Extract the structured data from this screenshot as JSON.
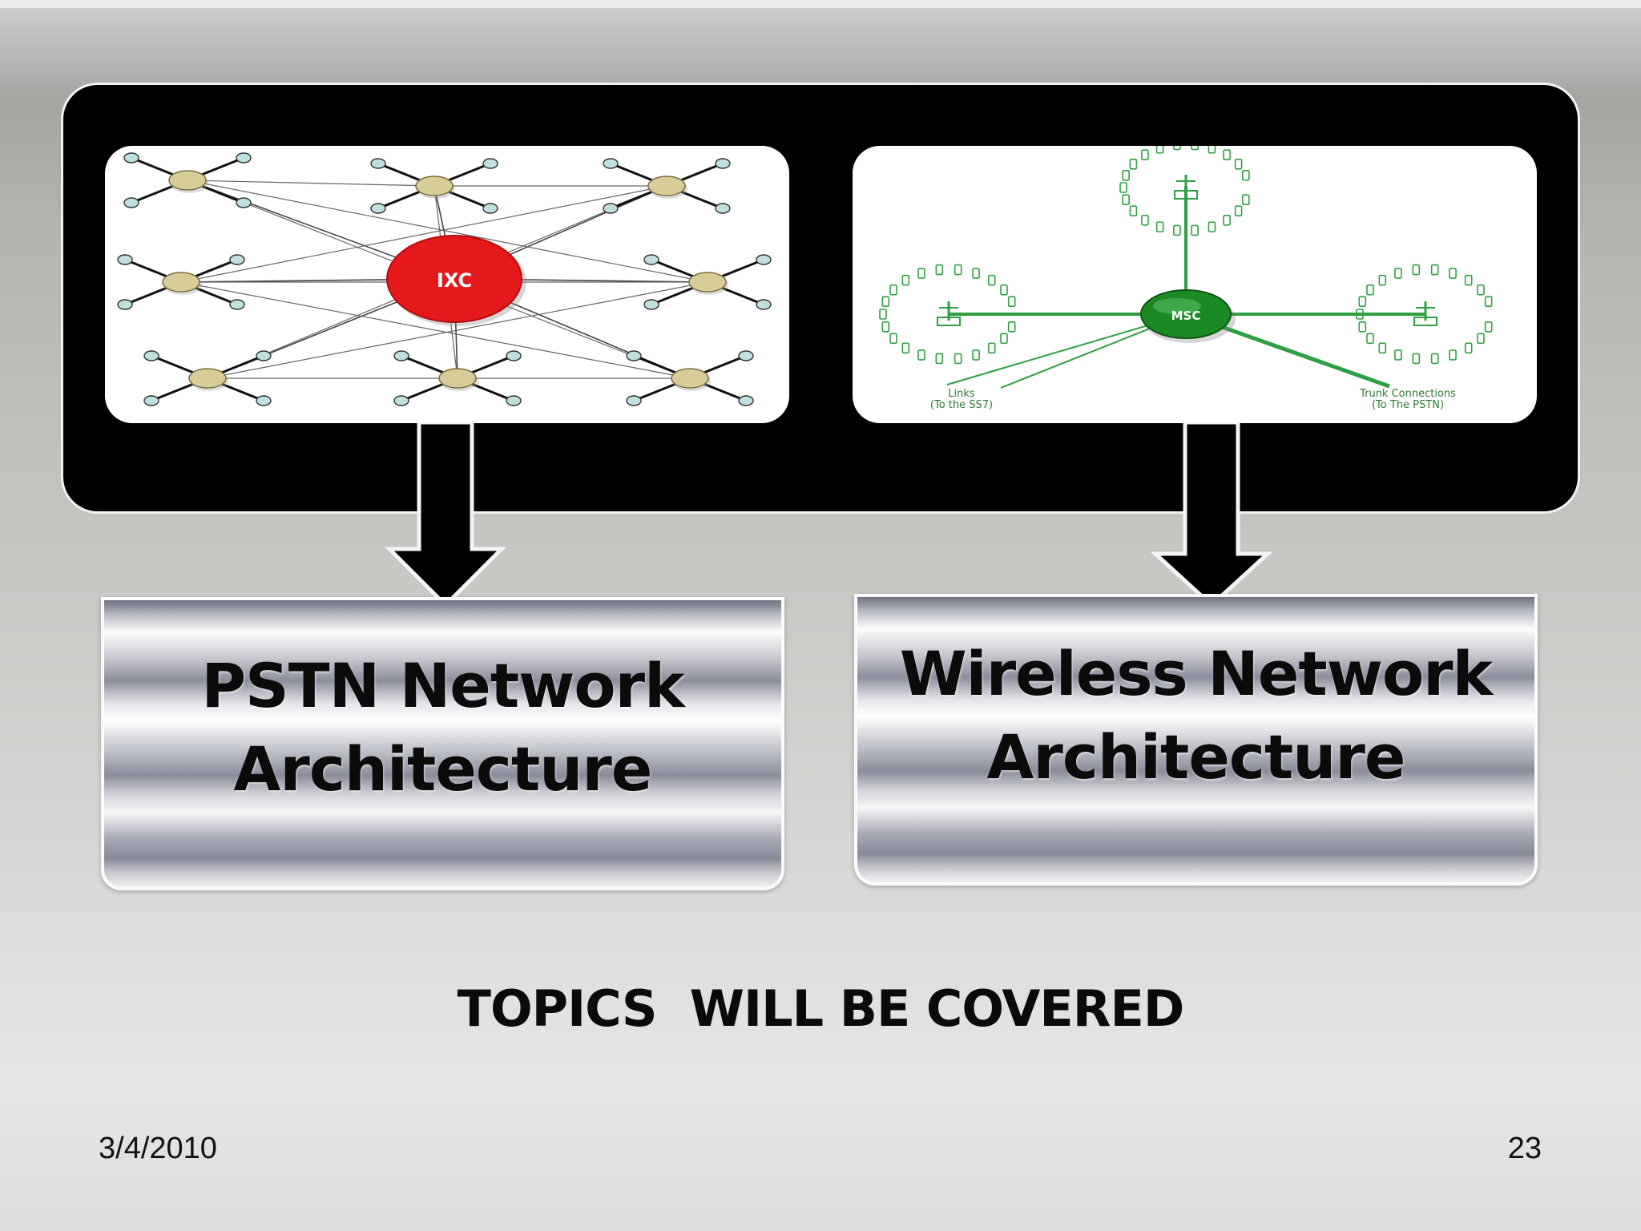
{
  "slide": {
    "left_diagram": {
      "hub_label": "IXC"
    },
    "right_diagram": {
      "hub_label": "MSC",
      "links_label_line1": "Links",
      "links_label_line2": "(To the SS7)",
      "trunk_label_line1": "Trunk Connections",
      "trunk_label_line2": "(To The PSTN)"
    },
    "boxes": {
      "left": {
        "line1": "PSTN Network",
        "line2": "Architecture"
      },
      "right": {
        "line1": "Wireless Network",
        "line2": "Architecture"
      }
    },
    "subtitle": "TOPICS  WILL BE COVERED",
    "footer": {
      "date": "3/4/2010",
      "page_number": "23"
    }
  },
  "colors": {
    "ixc_red": "#e5181c",
    "msc_green": "#1c8a24",
    "link_green": "#2ea043",
    "node_tan": "#d8cc98",
    "panel_black": "#000000"
  }
}
